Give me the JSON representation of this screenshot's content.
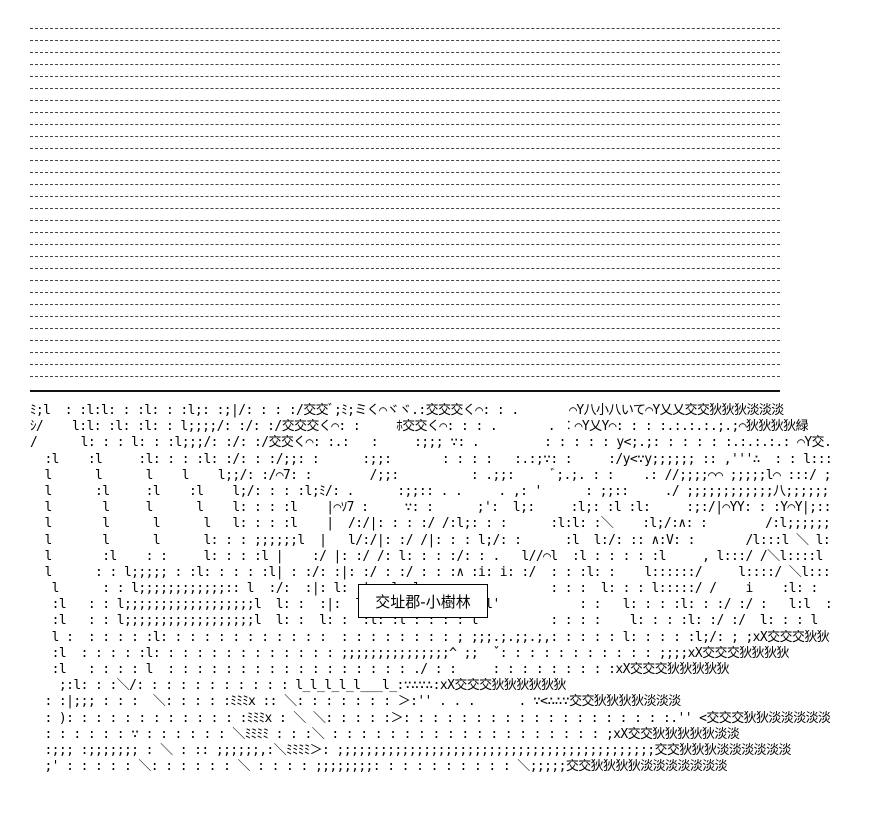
{
  "art": {
    "lines": [
      "ﾐ;l  : :l:l: : :l: : :l;: :;|/: : : :/交交ﾞ;ﾐ;ミく⌒ヾヾ.:交交交く⌒: : .       ⌒Y八小八いて⌒Y乂乂交交狄狄狄淡淡淡",
      "ｼ/    l:l: :l: :l: : l;;;;/: :/: :/交交交く⌒: :     ﾎ交交く⌒: : : .       . ︰⌒Y乂Y⌒: : : :.:.:.:.;.;⌒狄狄狄狄緑",
      "/      l: : : l: : :l;;;/: :/: :/交交く⌒: :.:   :     :;;; ∵: .         : : : : : y<;.;: : : : : :.:.:.:.: ⌒Y交.:.",
      "  :l    :l     :l: : : :l: :/: : :/;;: :      :;;:       : : : :   :.:;∵: :     :/y<∵y;;;;;; :: ,'''∴  : : l:::y;;",
      "  l      l      l    l    l;;/: :/⌒7: :        /;;:          : .;;:     ﾞ;.;. : :    .: //;;;;⌒⌒ ;;;;;l⌒ :::/ ;/;;",
      "  l      :l     :l    :l    l;/: : : :l;ﾐ/: .      :;;:: . .     . ,: '      : ;;::     ./ ;;;;;;;;;;;;八;;;;;;;/ :::/ /",
      "  l       l     l      l    l: : : :l    |⌒ｿ7 :     ∵: :      ;':  l;:     :l;: :l :l:     :;:/|⌒YY: : :Y⌒Y|;::::/ ::/: :",
      "  l       l      l      l   l: : : :l    |  /:/|: : : :/ /:l;: : :      :l:l: :＼    :l;/:∧: :        /:l;;;;;;l| : :l::::l  :/:l  :l: :",
      "  l       l      l      l: : : ;;;;;;l  |   l/:/|: :/ /|: : : l;/: :      :l  l:/: :: ∧:V: :       /l:::l ＼ l::::l  :l  /:l: l: :",
      "  l       :l    : :     l: : : :l |    :/ |: :/ /: l: : : :/: : .   l//⌒l  :l : : : : :l     , l:::/ /＼l::::l   :l  / i: l: :",
      "  l      : : l;;;;; : :l: : : : :l| : :/: :|: :/ : :/ : : :∧ :i: i: :/  : : :l: :    l::::::/     l::::/ ＼l:::::l   :/  i  l: :",
      "   l      : : l;;;;;;;;;;;;:: l  :/:  :|: l: :|: :l  l: : :∧  :         : : :  l: : : l:::::/ /    i    :l: :",
      "   :l   : : l;;;;;;;;;;;;;;;;;;l  l: :  :|:  l: :| : l : : : : l'           : :   l: : : :l: : :/ :/ :   l:l  :l: :",
      "   :l   : : l;;;;;;;;;;;;;;;;;;l  l: :  l: :  :l: :l : : : : l          : : : :    l: : : :l: :/ :/  l: : : l  xXX交",
      "   l :  : : : : :l: : : : : : : : : : : :  : : : : : : : : ; ;;;.;.;;.;,: : : : : l: : : : :l;/: ; ;xX交交交狄狄狄",
      "   :l  : : : : :l: : : : : : : : : : : : : ;;;;;;;;;;;;;;;^ ;;  ˇ: : : : : : : : : : : ;;;;xX交交交狄狄狄狄",
      "   :l   : : : : l  : : : : : : : : : : : : : : : : : ./ : :     : : : : : : : : :xX交交交狄狄狄狄狄",
      "    ;:l: : :＼/: : : : : : : : : : : l_l_l_l_l___l_:∵∴∵∴:xX交交交狄狄狄狄狄狄",
      "  : :|;;; : : :  ＼: : : : :ﾐﾐﾐx :: ＼: : : : : : : ＞:'' . . .      . ∵<∴∴∵交交狄狄狄狄淡淡淡",
      "  : ): : : : : : : : : : : : :ﾐﾐﾐx : ＼ ＼: : : : :＞: : : : : : : : : : : : : : : : : : :.'' <交交交狄狄淡淡淡淡淡",
      "  : : : : : : ∵ : : : : : : ＼ﾐﾐﾐﾐ : : :＼ : : : : : : : : : : : : : : : : : : : ;xX交交狄狄狄狄狄淡淡",
      "  :;;; :;;;;;;; : ＼ : :: ;;;;;;,:＼ﾐﾐﾐﾐ＞: ;;;;;;;;;;;;;;;;;;;;;;;;;;;;;;;;;;;;;;;;;;;;交交狄狄狄淡淡淡淡淡淡",
      "  ;' : : : : : ＼: : : : : : ＼ : : : : ;;;;;;;;: : : : : : : : : : ＼;;;;;交交狄狄狄狄淡淡淡淡淡淡淡"
    ],
    "sign": "交址郡-小樹林"
  }
}
